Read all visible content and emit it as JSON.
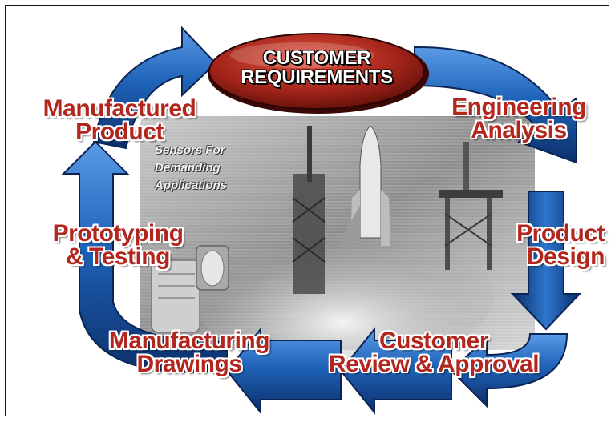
{
  "oval": {
    "line1": "CUSTOMER",
    "line2": "REQUIREMENTS"
  },
  "steps": [
    {
      "line1": "Engineering",
      "line2": "Analysis"
    },
    {
      "line1": "Product",
      "line2": "Design"
    },
    {
      "line1": "Customer",
      "line2": "Review & Approval"
    },
    {
      "line1": "Manufacturing",
      "line2": "Drawings"
    },
    {
      "line1": "Prototyping",
      "line2": "& Testing"
    },
    {
      "line1": "Manufactured",
      "line2": "Product"
    }
  ],
  "tagline": {
    "line1": "Sensors For",
    "line2": "Demanding",
    "line3": "Applications"
  },
  "colors": {
    "arrow_blue": "#1f63b8",
    "arrow_dark": "#0c2f6b",
    "oval_red": "#a3241a",
    "label_red": "#b3261e"
  }
}
